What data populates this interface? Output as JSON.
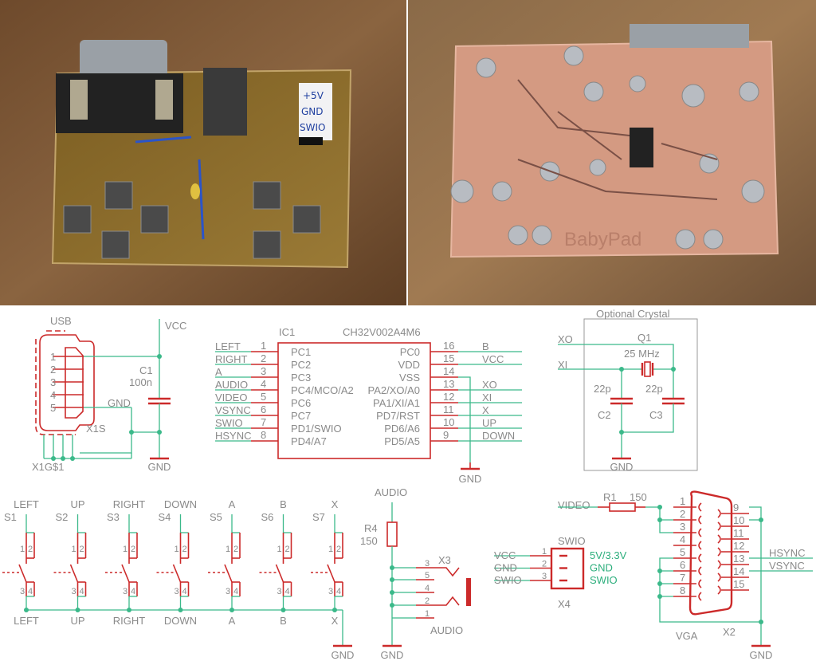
{
  "photos": {
    "left_note": [
      "+5V",
      "GND",
      "SWIO"
    ],
    "right_silkscreen": "BabyPad",
    "colors": {
      "wood": "#7a5634",
      "pcb_front": "#8c6b2c",
      "pcb_back": "#d49a82",
      "solder": "#b8bcc2"
    }
  },
  "colors": {
    "wire": "#3bb98a",
    "symbol": "#cc2a2a",
    "label": "#8a8a8a"
  },
  "usb": {
    "label": "USB",
    "pins": [
      "1",
      "2",
      "3",
      "4",
      "5"
    ],
    "gnd_label": "GND",
    "ref": "X1S",
    "shield": "X1G$1"
  },
  "power": {
    "vcc": "VCC",
    "gnd": "GND"
  },
  "c1": {
    "ref": "C1",
    "value": "100n"
  },
  "ic": {
    "ref": "IC1",
    "part": "CH32V002A4M6",
    "gnd": "GND",
    "left": [
      {
        "num": "1",
        "name": "PC1",
        "net": "LEFT"
      },
      {
        "num": "2",
        "name": "PC2",
        "net": "RIGHT"
      },
      {
        "num": "3",
        "name": "PC3",
        "net": "A"
      },
      {
        "num": "4",
        "name": "PC4/MCO/A2",
        "net": "AUDIO"
      },
      {
        "num": "5",
        "name": "PC6",
        "net": "VIDEO"
      },
      {
        "num": "6",
        "name": "PC7",
        "net": "VSYNC"
      },
      {
        "num": "7",
        "name": "PD1/SWIO",
        "net": "SWIO"
      },
      {
        "num": "8",
        "name": "PD4/A7",
        "net": "HSYNC"
      }
    ],
    "right": [
      {
        "num": "16",
        "name": "PC0",
        "net": "B"
      },
      {
        "num": "15",
        "name": "VDD",
        "net": "VCC"
      },
      {
        "num": "14",
        "name": "VSS",
        "net": ""
      },
      {
        "num": "13",
        "name": "PA2/XO/A0",
        "net": "XO"
      },
      {
        "num": "12",
        "name": "PA1/XI/A1",
        "net": "XI"
      },
      {
        "num": "11",
        "name": "PD7/RST",
        "net": "X"
      },
      {
        "num": "10",
        "name": "PD6/A6",
        "net": "UP"
      },
      {
        "num": "9",
        "name": "PD5/A5",
        "net": "DOWN"
      }
    ]
  },
  "crystal": {
    "title": "Optional Crystal",
    "ref": "Q1",
    "freq": "25 MHz",
    "xo": "XO",
    "xi": "XI",
    "c2": {
      "ref": "C2",
      "value": "22p"
    },
    "c3": {
      "ref": "C3",
      "value": "22p"
    },
    "gnd": "GND"
  },
  "switches": {
    "gnd": "GND",
    "items": [
      {
        "ref": "S1",
        "top": "LEFT",
        "bottom": "LEFT",
        "pins": [
          "1",
          "2",
          "3",
          "4"
        ]
      },
      {
        "ref": "S2",
        "top": "UP",
        "bottom": "UP",
        "pins": [
          "1",
          "2",
          "3",
          "4"
        ]
      },
      {
        "ref": "S3",
        "top": "RIGHT",
        "bottom": "RIGHT",
        "pins": [
          "1",
          "2",
          "3",
          "4"
        ]
      },
      {
        "ref": "S4",
        "top": "DOWN",
        "bottom": "DOWN",
        "pins": [
          "1",
          "2",
          "3",
          "4"
        ]
      },
      {
        "ref": "S5",
        "top": "A",
        "bottom": "A",
        "pins": [
          "1",
          "2",
          "3",
          "4"
        ]
      },
      {
        "ref": "S6",
        "top": "B",
        "bottom": "B",
        "pins": [
          "1",
          "2",
          "3",
          "4"
        ]
      },
      {
        "ref": "S7",
        "top": "X",
        "bottom": "X",
        "pins": [
          "1",
          "2",
          "3",
          "4"
        ]
      }
    ]
  },
  "audio": {
    "top": "AUDIO",
    "r4": {
      "ref": "R4",
      "value": "150"
    },
    "ref": "X3",
    "pins": [
      "3",
      "5",
      "4",
      "2",
      "1"
    ],
    "bottom": "AUDIO",
    "gnd": "GND"
  },
  "swio": {
    "title": "SWIO",
    "ref": "X4",
    "pins": [
      {
        "num": "1",
        "net": "VCC",
        "desc": "5V/3.3V"
      },
      {
        "num": "2",
        "net": "GND",
        "desc": "GND"
      },
      {
        "num": "3",
        "net": "SWIO",
        "desc": "SWIO"
      }
    ]
  },
  "vga": {
    "video": "VIDEO",
    "r1": {
      "ref": "R1",
      "value": "150"
    },
    "left_pins": [
      "1",
      "2",
      "3",
      "4",
      "5",
      "6",
      "7",
      "8"
    ],
    "right_pins": [
      "9",
      "10",
      "11",
      "12",
      "13",
      "14",
      "15"
    ],
    "hsync": "HSYNC",
    "vsync": "VSYNC",
    "name": "VGA",
    "ref": "X2",
    "gnd": "GND"
  }
}
